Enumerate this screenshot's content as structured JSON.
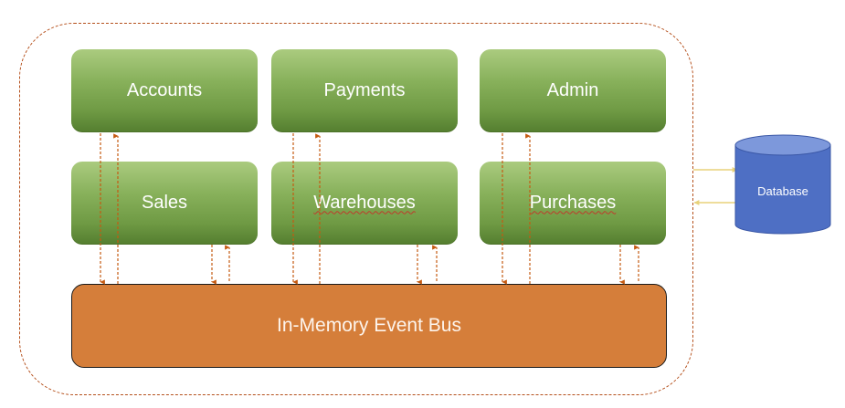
{
  "diagram": {
    "boundary_label": "",
    "services": [
      {
        "id": "accounts",
        "label": "Accounts",
        "spellcheck_underline": false
      },
      {
        "id": "payments",
        "label": "Payments",
        "spellcheck_underline": false
      },
      {
        "id": "admin",
        "label": "Admin",
        "spellcheck_underline": false
      },
      {
        "id": "sales",
        "label": "Sales",
        "spellcheck_underline": false
      },
      {
        "id": "warehouses",
        "label": "Warehouses",
        "spellcheck_underline": true
      },
      {
        "id": "purchases",
        "label": "Purchases",
        "spellcheck_underline": true
      }
    ],
    "event_bus": {
      "label": "In-Memory Event Bus"
    },
    "database": {
      "label": "Database"
    },
    "colors": {
      "service_fill_top": "#abcb7f",
      "service_fill_bottom": "#557f30",
      "bus_fill": "#d57e3a",
      "database_fill": "#4e6fc4",
      "database_top": "#7d98db",
      "connector_arrow": "#c55a11",
      "db_arrow": "#e8d27a",
      "boundary": "#b5501c"
    },
    "connections": [
      {
        "from": "accounts",
        "to": "event_bus",
        "style": "dashed"
      },
      {
        "from": "event_bus",
        "to": "accounts",
        "style": "dashed"
      },
      {
        "from": "payments",
        "to": "event_bus",
        "style": "dashed"
      },
      {
        "from": "event_bus",
        "to": "payments",
        "style": "dashed"
      },
      {
        "from": "admin",
        "to": "event_bus",
        "style": "dashed"
      },
      {
        "from": "event_bus",
        "to": "admin",
        "style": "dashed"
      },
      {
        "from": "sales",
        "to": "event_bus",
        "style": "dashed"
      },
      {
        "from": "event_bus",
        "to": "sales",
        "style": "dashed"
      },
      {
        "from": "warehouses",
        "to": "event_bus",
        "style": "dashed"
      },
      {
        "from": "event_bus",
        "to": "warehouses",
        "style": "dashed"
      },
      {
        "from": "purchases",
        "to": "event_bus",
        "style": "dashed"
      },
      {
        "from": "event_bus",
        "to": "purchases",
        "style": "dashed"
      },
      {
        "from": "boundary",
        "to": "database",
        "style": "solid"
      },
      {
        "from": "database",
        "to": "boundary",
        "style": "solid"
      }
    ]
  }
}
